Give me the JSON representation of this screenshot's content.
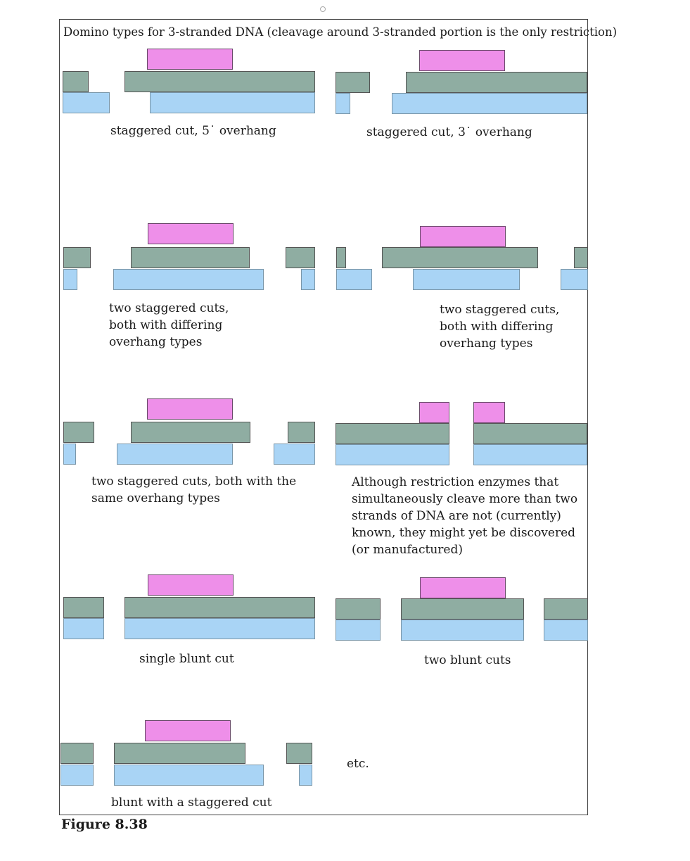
{
  "title": "Domino types for 3-stranded DNA (cleavage around 3-stranded portion is the only restriction)",
  "figure_label": "Figure 8.38",
  "colors": {
    "third_strand": "#ee8fe9",
    "top_strand": "#8fada2",
    "bottom_strand": "#a9d4f5"
  },
  "captions": {
    "p1": [
      "staggered cut, 5˙ overhang"
    ],
    "p2": [
      "staggered cut, 3˙ overhang"
    ],
    "p3": [
      "two staggered cuts,",
      "both with differing",
      "overhang types"
    ],
    "p4": [
      "two staggered cuts,",
      "both with differing",
      "overhang types"
    ],
    "p5": [
      "two staggered cuts, both with the",
      "same overhang types"
    ],
    "p6": [
      "Although restriction enzymes that",
      "simultaneously cleave more than two",
      "strands of DNA are not (currently)",
      "known, they might yet be discovered",
      "(or manufactured)"
    ],
    "p7": [
      "single blunt cut"
    ],
    "p8": [
      "two blunt cuts"
    ],
    "p9": [
      "blunt with a staggered cut"
    ],
    "p10": [
      "etc."
    ]
  }
}
